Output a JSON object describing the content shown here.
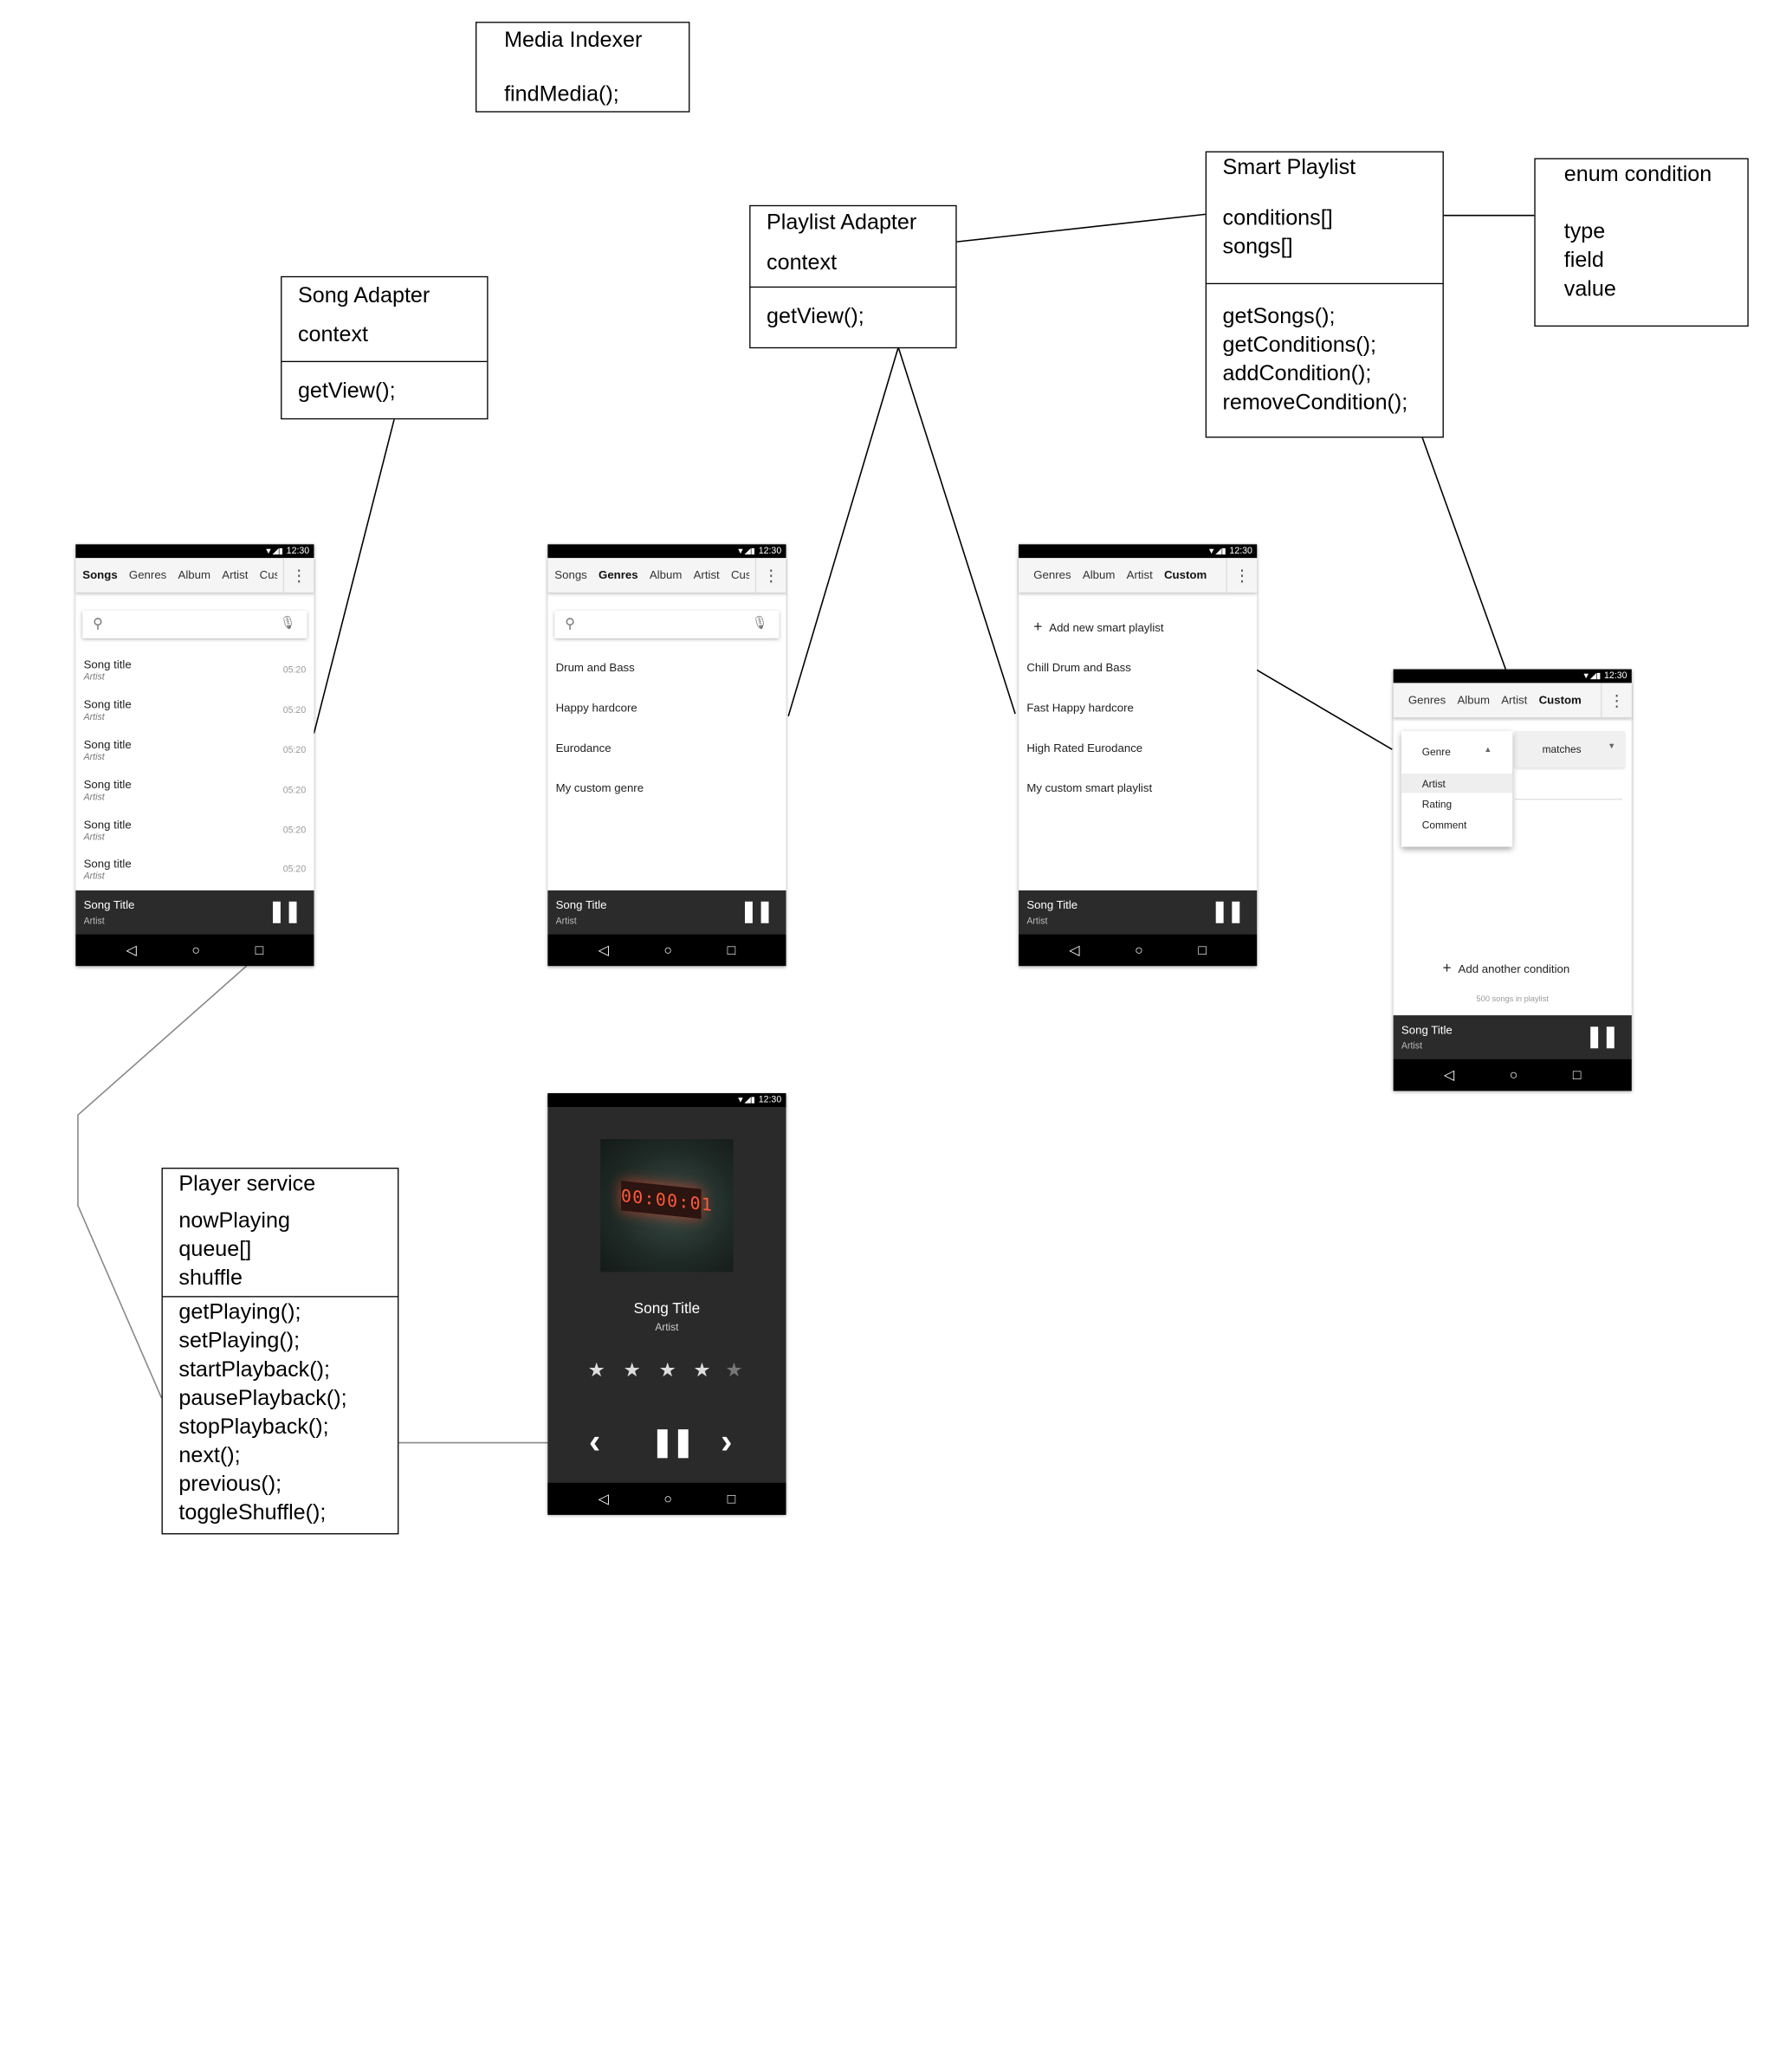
{
  "classes": {
    "media_indexer": {
      "lines": [
        "Media Indexer",
        "findMedia();"
      ]
    },
    "song_adapter": {
      "fields": [
        "Song Adapter",
        "context"
      ],
      "methods": [
        "getView();"
      ]
    },
    "playlist_adapter": {
      "fields": [
        "Playlist Adapter",
        "context"
      ],
      "methods": [
        "getView();"
      ]
    },
    "smart_playlist": {
      "fields": [
        "Smart Playlist",
        "conditions[]",
        "songs[]"
      ],
      "methods": [
        "getSongs();",
        "getConditions();",
        "addCondition();",
        "removeCondition();"
      ]
    },
    "enum_condition": {
      "lines": [
        "enum condition",
        "type",
        "field",
        "value"
      ]
    },
    "player_service": {
      "fields": [
        "Player service",
        "nowPlaying",
        "queue[]",
        "shuffle"
      ],
      "methods": [
        "getPlaying();",
        "setPlaying();",
        "startPlayback();",
        "pausePlayback();",
        "stopPlayback();",
        "next();",
        "previous();",
        "toggleShuffle();"
      ]
    }
  },
  "status_time": "12:30",
  "icons": {
    "search": "search-icon",
    "mic": "mic-icon",
    "more": "more-vert-icon",
    "pause": "pause-icon",
    "back": "back-icon",
    "home": "home-icon",
    "recents": "recents-icon",
    "add": "add-icon",
    "star": "star-icon",
    "previous": "chevron-left-icon",
    "next": "chevron-right-icon"
  },
  "colors": {
    "status_bar": "#000000",
    "app_bar": "#f5f5f5",
    "mini_player": "#2b2b2b",
    "player_bg": "#2a2a2a",
    "clock_red": "#ff5a3c"
  },
  "mini_player": {
    "title": "Song Title",
    "artist": "Artist"
  },
  "screen_songs": {
    "tabs": [
      "Songs",
      "Genres",
      "Album",
      "Artist",
      "Custo"
    ],
    "active_tab": "Songs",
    "songs": [
      {
        "title": "Song title",
        "artist": "Artist",
        "duration": "05:20"
      },
      {
        "title": "Song title",
        "artist": "Artist",
        "duration": "05:20"
      },
      {
        "title": "Song title",
        "artist": "Artist",
        "duration": "05:20"
      },
      {
        "title": "Song title",
        "artist": "Artist",
        "duration": "05:20"
      },
      {
        "title": "Song title",
        "artist": "Artist",
        "duration": "05:20"
      },
      {
        "title": "Song title",
        "artist": "Artist",
        "duration": "05:20"
      }
    ]
  },
  "screen_genres": {
    "tabs": [
      "Songs",
      "Genres",
      "Album",
      "Artist",
      "Custc"
    ],
    "active_tab": "Genres",
    "items": [
      "Drum and Bass",
      "Happy hardcore",
      "Eurodance",
      "My custom genre"
    ]
  },
  "screen_custom": {
    "tabs": [
      "Genres",
      "Album",
      "Artist",
      "Custom"
    ],
    "active_tab": "Custom",
    "add_label": "Add new smart playlist",
    "items": [
      "Chill Drum and Bass",
      "Fast Happy hardcore",
      "High Rated Eurodance",
      "My custom smart playlist"
    ]
  },
  "screen_condition": {
    "tabs": [
      "Genres",
      "Album",
      "Artist",
      "Custom"
    ],
    "active_tab": "Custom",
    "field_selected": "Genre",
    "field_options": [
      "Artist",
      "Rating",
      "Comment"
    ],
    "operator_selected": "matches",
    "add_condition_label": "Add another condition",
    "count_label": "500 songs in playlist"
  },
  "now_playing": {
    "clock_text": "00:00:01",
    "title": "Song Title",
    "artist": "Artist",
    "rating": 4,
    "rating_max": 5
  }
}
